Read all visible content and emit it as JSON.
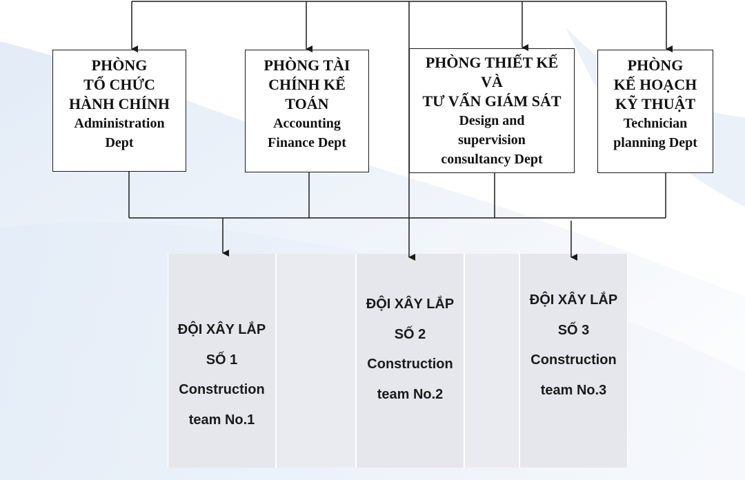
{
  "departments": [
    {
      "vn": "PHÒNG\nTỔ CHỨC\nHÀNH CHÍNH",
      "en": "Administration\nDept"
    },
    {
      "vn": "PHÒNG TÀI\nCHÍNH KẾ\nTOÁN",
      "en": "Accounting\nFinance Dept"
    },
    {
      "vn": "PHÒNG THIẾT KẾ\nVÀ\nTƯ VẤN GIÁM SÁT",
      "en": "Design and\nsupervision\nconsultancy Dept"
    },
    {
      "vn": "PHÒNG\nKẾ HOẠCH\nKỸ THUẬT",
      "en": "Technician\nplanning Dept"
    }
  ],
  "teams": [
    {
      "vn_line1": "ĐỘI XÂY LẮP",
      "vn_line2": "SỐ 1",
      "en_line1": "Construction",
      "en_line2": "team No.1"
    },
    {
      "vn_line1": "ĐỘI XÂY LẮP",
      "vn_line2": "SỐ 2",
      "en_line1": "Construction",
      "en_line2": "team No.2"
    },
    {
      "vn_line1": "ĐỘI XÂY LẮP",
      "vn_line2": "SỐ 3",
      "en_line1": "Construction",
      "en_line2": "team No.3"
    }
  ],
  "colors": {
    "line": "#1a1a1a",
    "team_bg": "#e5e7ec",
    "bg_wave": "#dde8f5"
  }
}
